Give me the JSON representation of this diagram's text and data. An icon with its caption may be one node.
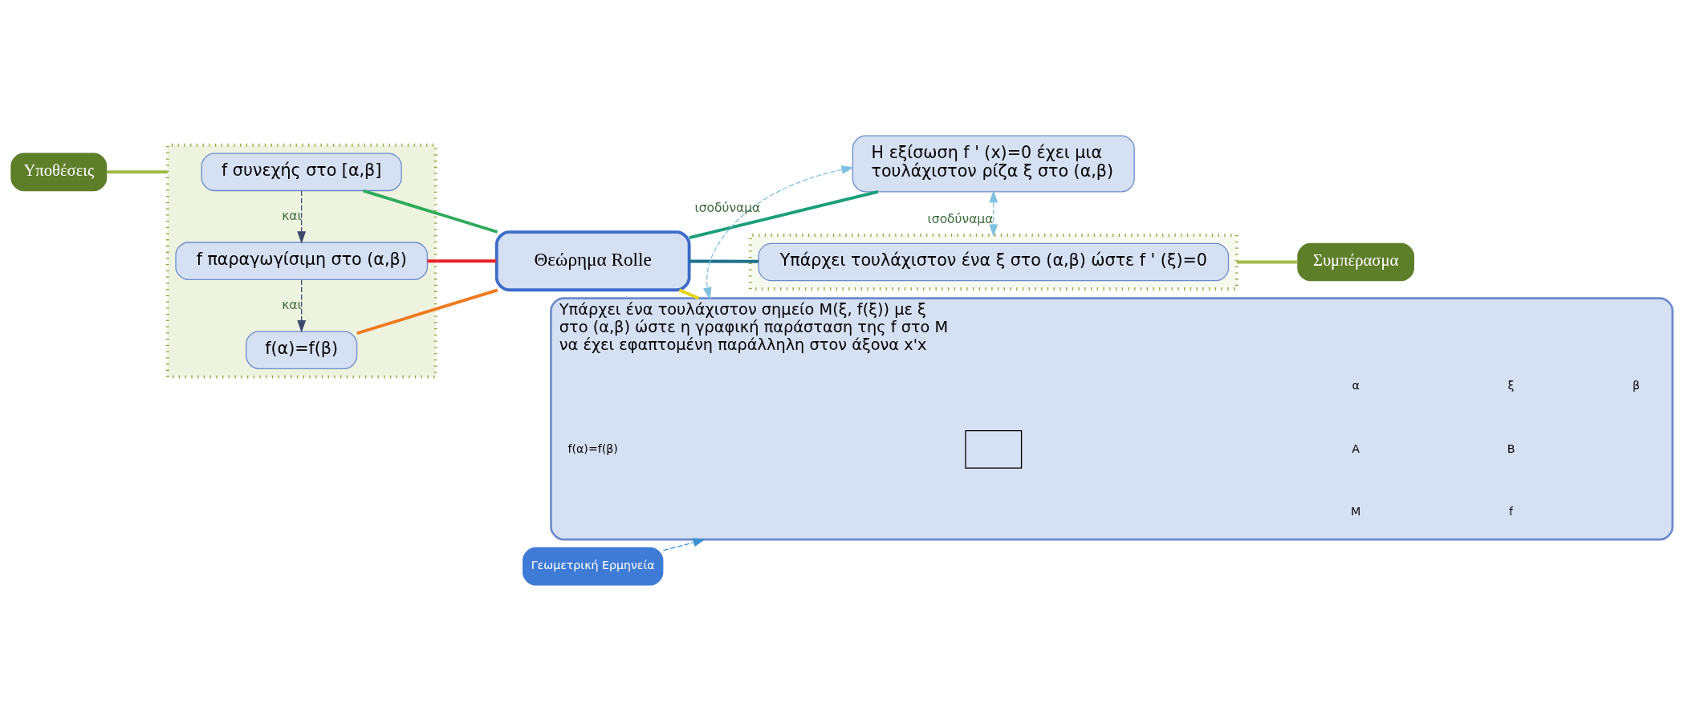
{
  "diagram": {
    "nodes": [
      {
        "text": [
          "Υποθέσεις"
        ]
      },
      {
        "text": [],
        "shape": "box"
      },
      {
        "text": [
          "f συνεχής στο [α,β]"
        ],
        "in": 1
      },
      {
        "text": [
          "f παραγωγίσιμη στο (α,β)"
        ],
        "in": 1
      },
      {
        "text": [
          "f(α)=f(β)"
        ],
        "in": 1
      },
      {
        "text": [
          "Θεώρημα Rolle"
        ]
      },
      {
        "text": [],
        "shape": "box"
      },
      {
        "text": [
          "Υπάρχει τουλάχιστον ένα ξ στο (α,β) ώστε f ' (ξ)=0"
        ],
        "in": 6
      },
      {
        "text": [
          "Συμπέρασμα"
        ]
      },
      {
        "text": [
          "Η εξίσωση f ' (x)=0 έχει μια τουλάχιστον ρίζα ξ στο (α,β)"
        ]
      },
      {
        "text": [
          "Υπάρχει ένα τουλάχιστον σημείο Μ(ξ, f(ξ)) με ξ στο (α,β) ώστε η γραφική παράσταση της f στο Μ να έχει εφαπτομένη παράλληλη στον άξονα x'x"
        ]
      },
      {
        "text": [],
        "shape": "box",
        "in": 10
      },
      {
        "text": [
          "Γεωμετρική Ερμηνεία"
        ]
      }
    ],
    "edges": [
      {
        "from": 0,
        "to": 1,
        "arrow": "none",
        "color": "#9fb84a"
      },
      {
        "from": 2,
        "to": 3,
        "arrow": "to",
        "label": "και",
        "style": "dashed",
        "color": "#3c4a6e"
      },
      {
        "from": 3,
        "to": 4,
        "arrow": "to",
        "label": "και",
        "style": "dashed",
        "color": "#3c4a6e"
      },
      {
        "from": 2,
        "to": 5,
        "arrow": "none",
        "color": "#2eaa5c"
      },
      {
        "from": 3,
        "to": 5,
        "arrow": "none",
        "color": "#e8202a"
      },
      {
        "from": 4,
        "to": 5,
        "arrow": "none",
        "color": "#f07a1e"
      },
      {
        "from": 5,
        "to": 7,
        "arrow": "none",
        "color": "#1f6f8b"
      },
      {
        "from": 5,
        "to": 9,
        "arrow": "none",
        "color": "#1a9f7a"
      },
      {
        "from": 5,
        "to": 10,
        "arrow": "none",
        "color": "#e8d21a"
      },
      {
        "from": 6,
        "to": 8,
        "arrow": "none",
        "color": "#9fb84a"
      },
      {
        "from": 9,
        "to": 6,
        "arrow": "both",
        "label": "ισοδύναμα",
        "style": "dashed",
        "color": "#7fc0e0"
      },
      {
        "from": 9,
        "to": 10,
        "arrow": "both",
        "label": "ισοδύναμα",
        "style": "dashed",
        "color": "#7fc0e0"
      },
      {
        "from": 12,
        "to": 10,
        "arrow": "to",
        "style": "dashed",
        "color": "#3a8fd0"
      }
    ],
    "labels": [
      "f(α)=f(β)",
      "Μ",
      "f",
      "Α",
      "Β",
      "α",
      "ξ",
      "β"
    ]
  }
}
